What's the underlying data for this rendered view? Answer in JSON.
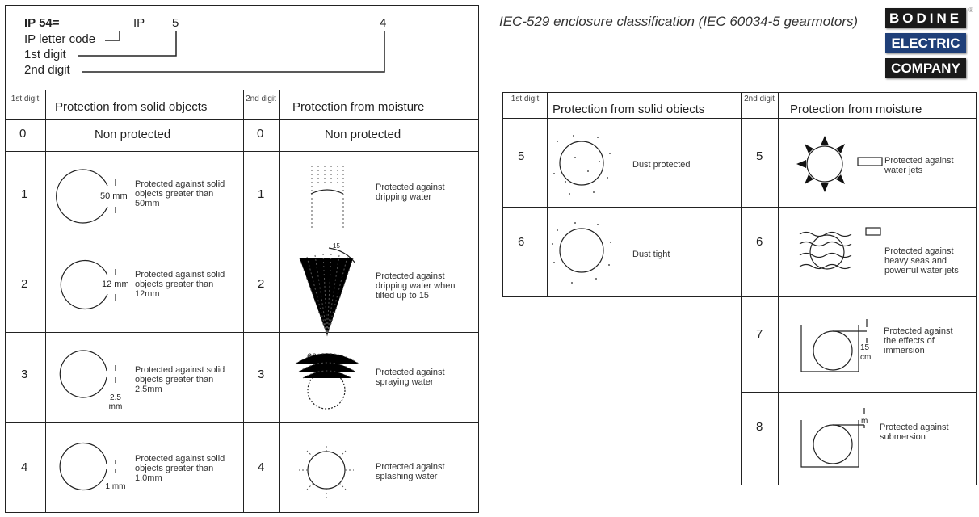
{
  "title": "IEC-529 enclosure classification (IEC 60034-5 gearmotors)",
  "logo": {
    "lines": [
      "BODINE",
      "ELECTRIC",
      "COMPANY"
    ],
    "registered": "®",
    "colors": {
      "dark": "#1a1a1a",
      "blue": "#1f3f78"
    }
  },
  "legend": {
    "code": "IP 54=",
    "ip": "IP",
    "d1": "5",
    "d2": "4",
    "ip_label": "IP letter code",
    "d1_label": "1st digit",
    "d2_label": "2nd digit"
  },
  "headers": {
    "first_digit": "1st digit",
    "solids": "Protection from solid objects",
    "second_digit": "2nd digit",
    "moisture": "Protection from moisture"
  },
  "right_headers": {
    "first_digit": "1st digit",
    "solids": "Protection from solid obiects",
    "second_digit": "2nd digit",
    "moisture": "Protection from moisture"
  },
  "left_rows": [
    {
      "d1": "0",
      "solid": "Non protected",
      "d2": "0",
      "moisture": "Non protected"
    },
    {
      "d1": "1",
      "dim": "50 mm",
      "solid": "Protected against solid objects greater than 50mm",
      "d2": "1",
      "moisture": "Protected against dripping water"
    },
    {
      "d1": "2",
      "dim": "12 mm",
      "solid": "Protected against solid objects greater than 12mm",
      "d2": "2",
      "angle": "15",
      "moisture": "Protected against dripping water when tilted up to 15"
    },
    {
      "d1": "3",
      "dim": "2.5 mm",
      "solid": "Protected against solid objects greater than 2.5mm",
      "d2": "3",
      "angle": "60",
      "moisture": "Protected against spraying water"
    },
    {
      "d1": "4",
      "dim": "1 mm",
      "solid": "Protected against solid objects greater than 1.0mm",
      "d2": "4",
      "moisture": "Protected against splashing water"
    }
  ],
  "right_rows": [
    {
      "d1": "5",
      "solid": "Dust protected",
      "d2": "5",
      "moisture": "Protected against water jets"
    },
    {
      "d1": "6",
      "solid": "Dust tight",
      "d2": "6",
      "moisture": "Protected against heavy seas and powerful water jets"
    },
    {
      "d2": "7",
      "dim": "15 cm",
      "moisture": "Protected against the effects of immersion"
    },
    {
      "d2": "8",
      "dim": "m",
      "moisture": "Protected against submersion"
    }
  ]
}
